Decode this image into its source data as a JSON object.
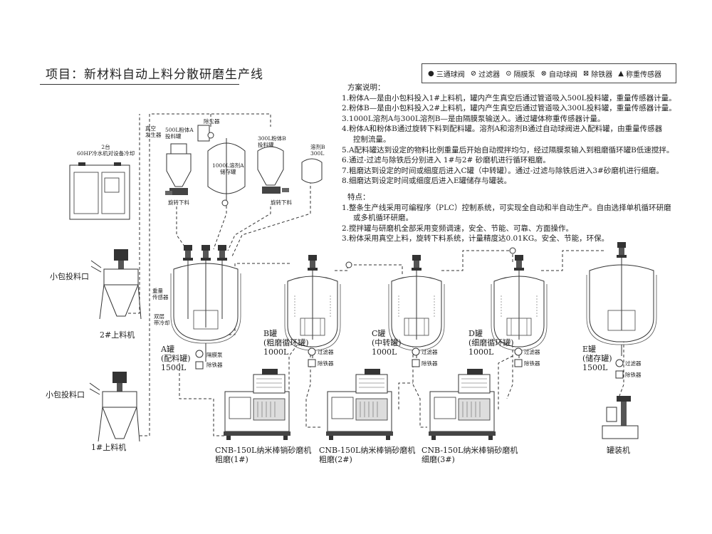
{
  "title": "项目：新材料自动上料分散研磨生产线",
  "legend": [
    {
      "icon": "three-way-ball-valve-icon",
      "label": "三通球阀"
    },
    {
      "icon": "filter-icon",
      "label": "过滤器"
    },
    {
      "icon": "diaphragm-pump-icon",
      "label": "隔膜泵"
    },
    {
      "icon": "auto-ball-valve-icon",
      "label": "自动球阀"
    },
    {
      "icon": "iron-remover-icon",
      "label": "除铁器"
    },
    {
      "icon": "weight-sensor-icon",
      "label": "称重传感器"
    }
  ],
  "notes": {
    "heading": "方案说明：",
    "items": [
      "1.粉体A—是由小包料投入1#上料机，罐内产生真空后通过管道吸入500L投料罐，重量传感器计量。",
      "2.粉体B—是由小包料投入2#上料机，罐内产生真空后通过管道吸入300L投料罐，重量传感器计量。",
      "3.1000L溶剂A与300L溶剂B—是由隔膜泵输送入。通过罐体称重传感器计量。",
      "4.粉体A和粉体B通过旋转下料到配料罐。溶剂A和溶剂B通过自动球阀进入配料罐，由重量传感器",
      "控制流量。",
      "5.A配料罐达到设定的物料比例重量后开始自动搅拌均匀，经过隔膜泵输入到粗磨循环罐B低速搅拌。",
      "6.通过-过滤与除铁后分别进入  1#与2# 砂磨机进行循环粗磨。",
      "7.粗磨达到设定的时间或细度后进入C罐（中转罐）。通过-过滤与除铁后进入3#砂磨机进行细磨。",
      "8.细磨达到设定时间或细度后进入E罐储存与罐装。"
    ],
    "features_heading": "特点：",
    "features": [
      "1.整条生产线采用可编程序（PLC）控制系统，可实现全自动和半自动生产。自由选择单机循环研磨",
      "或多机循环研磨。",
      "2.搅拌罐与研磨机全部采用变频调速，安全、节能、可靠、方面操作。",
      "3.粉体采用真空上料，旋转下料系统，计量精度达0.01KG。安全、节能，环保。"
    ]
  },
  "labels": {
    "chiller_line1": "2台",
    "chiller_line2": "60HP冷水机对设备冷却",
    "small_inlet_2": "小包投料口",
    "feeder_2": "2#上料机",
    "small_inlet_1": "小包投料口",
    "feeder_1": "1#上料机",
    "vacuum_gen": "真空\n发生器",
    "dust_remover": "除尘器",
    "hopper_500_line1": "500L粉体A",
    "hopper_500_line2": "投料罐",
    "rotary_discharge_a": "旋转下料",
    "solvent_a_line1": "1000L溶剂A",
    "solvent_a_line2": "储存罐",
    "hopper_300_line1": "300L粉体B",
    "hopper_300_line2": "投料罐",
    "rotary_discharge_b": "旋转下料",
    "solvent_b_line1": "溶剂B",
    "solvent_b_line2": "300L",
    "weight_sensor_a": "重量\n传感器",
    "double_jacket": "双层\n带冷却",
    "tank_a_line1": "A罐",
    "tank_a_line2": "(配料罐)",
    "tank_a_line3": "1500L",
    "diaphragm_pump": "隔膜泵",
    "iron_remover_a": "除铁器",
    "tank_b_line1": "B罐",
    "tank_b_line2": "(粗磨循环罐)",
    "tank_b_line3": "1000L",
    "tank_c_line1": "C罐",
    "tank_c_line2": "(中转罐)",
    "tank_c_line3": "1000L",
    "tank_d_line1": "D罐",
    "tank_d_line2": "(细磨循环罐)",
    "tank_d_line3": "1000L",
    "tank_e_line1": "E罐",
    "tank_e_line2": "(储存罐)",
    "tank_e_line3": "1500L",
    "filter_b": "过滤器",
    "iron_b": "除铁器",
    "filter_c": "过滤器",
    "iron_c": "除铁器",
    "filter_d": "过滤器",
    "iron_d": "除铁器",
    "filter_e": "过滤器",
    "iron_e": "除铁器",
    "mill1_line1": "CNB-150L纳米棒销砂磨机",
    "mill1_line2": "粗磨(1#)",
    "mill2_line1": "CNB-150L纳米棒销砂磨机",
    "mill2_line2": "粗磨(2#)",
    "mill3_line1": "CNB-150L纳米棒销砂磨机",
    "mill3_line2": "细磨(3#)",
    "filling_machine": "罐装机"
  }
}
